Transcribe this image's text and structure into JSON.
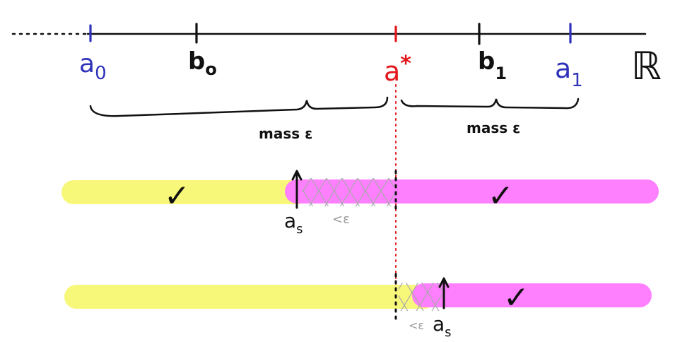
{
  "axis": {
    "points": [
      {
        "id": "a0",
        "base": "a",
        "sub": "0",
        "color": "#2e32b8"
      },
      {
        "id": "b0",
        "base": "b",
        "sub": "o",
        "color": "#111111"
      },
      {
        "id": "astar",
        "base": "a",
        "sup": "*",
        "color": "#e3161b"
      },
      {
        "id": "b1",
        "base": "b",
        "sub": "1",
        "color": "#111111"
      },
      {
        "id": "a1",
        "base": "a",
        "sub": "1",
        "color": "#2e32b8"
      }
    ],
    "reals_symbol": "ℝ"
  },
  "braces": {
    "left_label": "mass ε",
    "right_label": "mass ε"
  },
  "bar1": {
    "check": "✓",
    "right_check": "✓",
    "marker_base": "a",
    "marker_sub": "s",
    "gap_label": "<ε"
  },
  "bar2": {
    "right_check": "✓",
    "marker_base": "a",
    "marker_sub": "s",
    "gap_label": "<ε"
  },
  "colors": {
    "yellow": "#f7f77a",
    "magenta": "#ff80ff",
    "blue": "#2e32b8",
    "red": "#e3161b",
    "hatch": "#a8a8a8"
  }
}
